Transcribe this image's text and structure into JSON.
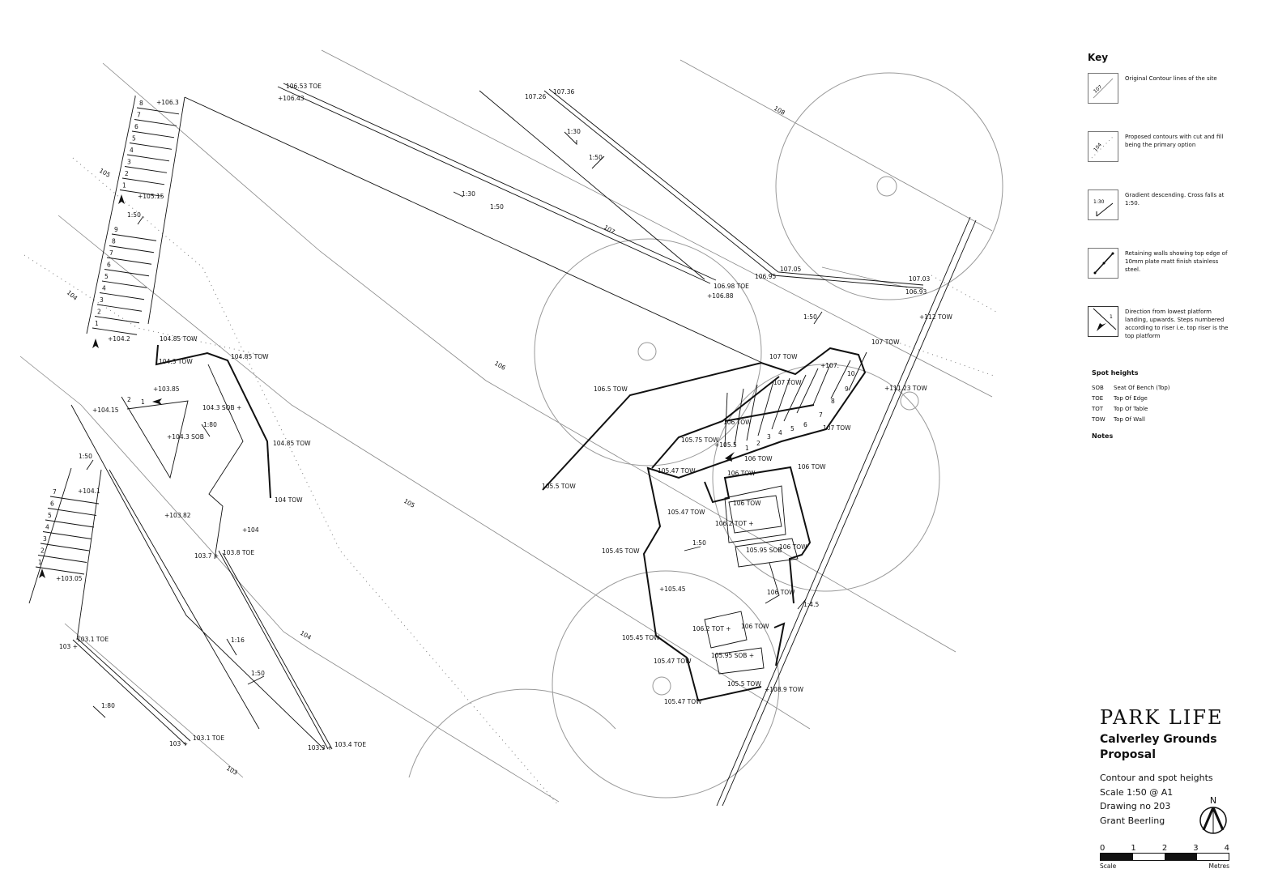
{
  "key": {
    "title": "Key",
    "items": [
      {
        "icon": "contour-line-icon",
        "sample": "107",
        "text": "Original Contour lines of the site"
      },
      {
        "icon": "proposed-contour-icon",
        "sample": "104",
        "text": "Proposed contours with cut and fill being the primary option"
      },
      {
        "icon": "gradient-arrow-icon",
        "sample": "1:30",
        "text": "Gradient descending. Cross falls at 1:50."
      },
      {
        "icon": "retaining-wall-icon",
        "sample": "",
        "text": "Retaining walls showing top edge of 10mm plate matt finish stainless steel."
      },
      {
        "icon": "step-direction-icon",
        "sample": "1",
        "text": "Direction from lowest platform landing, upwards. Steps numbered according to riser i.e. top riser is the top platform"
      }
    ],
    "spot_heights_title": "Spot heights",
    "spot_heights": [
      {
        "abbr": "SOB",
        "meaning": "Seat Of Bench (Top)"
      },
      {
        "abbr": "TOE",
        "meaning": "Top Of Edge"
      },
      {
        "abbr": "TOT",
        "meaning": "Top Of Table"
      },
      {
        "abbr": "TOW",
        "meaning": "Top Of Wall"
      }
    ],
    "notes_title": "Notes"
  },
  "title_block": {
    "brand": "PARK LIFE",
    "project_line1": "Calverley Grounds",
    "project_line2": "Proposal",
    "subtitle": "Contour and spot heights",
    "scale": "Scale 1:50 @ A1",
    "drawing_no": "Drawing no 203",
    "author": "Grant Beerling",
    "north": "N",
    "scale_bar": {
      "ticks": [
        "0",
        "1",
        "2",
        "3",
        "4"
      ],
      "left_label": "Scale",
      "right_label": "Metres"
    }
  },
  "labels": [
    "106.53 TOE",
    "+106.43",
    "107.26",
    "107.36",
    "1:30",
    "1:50",
    "1:30",
    "1:50",
    "107",
    "108",
    "106.98 TOE",
    "+106.88",
    "106.95",
    "107.05",
    "107.03",
    "106.93",
    "+112 TOW",
    "1:50",
    "107 TOW",
    "107 TOW",
    "+107.",
    "107 TOW",
    "+111.23 TOW",
    "106.5 TOW",
    "106 TOW",
    "107 TOW",
    "105.75 TOW",
    "+105.5",
    "106 TOW",
    "106 TOW",
    "106 TOW",
    "105.47 TOW",
    "105.5 TOW",
    "106 TOW",
    "105.47 TOW",
    "106.2 TOT +",
    "1:50",
    "106 TOW",
    "105.95 SOB",
    "105.45 TOW",
    "+105.45",
    "106 TOW",
    "1:4.5",
    "106.2 TOT +",
    "106 TOW",
    "105.45 TOW",
    "105.95 SOB +",
    "105.47 TOW",
    "105.5 TOW",
    "+108.9 TOW",
    "105.47 TOW",
    "106",
    "105",
    "104",
    "103",
    "105",
    "104",
    "+106.3",
    "+105.15",
    "1:50",
    "+104.2",
    "104.85 TOW",
    "104.3 TOW",
    "104.85 TOW",
    "+103.85",
    "2",
    "1",
    "+104.15",
    "104.3 SOB +",
    "1:80",
    "+104.3 SOB",
    "104.85 TOW",
    "1:50",
    "+104.1",
    "104 TOW",
    "+103.82",
    "+104",
    "103.7 +",
    "103.8 TOE",
    "+103.05",
    "1:16",
    "103.1 TOE",
    "103 +",
    "1:50",
    "1:80",
    "103.1 TOE",
    "103 +",
    "103.3 +",
    "103.4 TOE",
    "1",
    "2",
    "3",
    "4",
    "5",
    "6",
    "7",
    "8",
    "9",
    "10"
  ],
  "steps_top": [
    "8",
    "7",
    "6",
    "5",
    "4",
    "3",
    "2",
    "1"
  ],
  "steps_mid": [
    "9",
    "8",
    "7",
    "6",
    "5",
    "4",
    "3",
    "2",
    "1"
  ],
  "steps_low": [
    "7",
    "6",
    "5",
    "4",
    "3",
    "2",
    "1"
  ]
}
